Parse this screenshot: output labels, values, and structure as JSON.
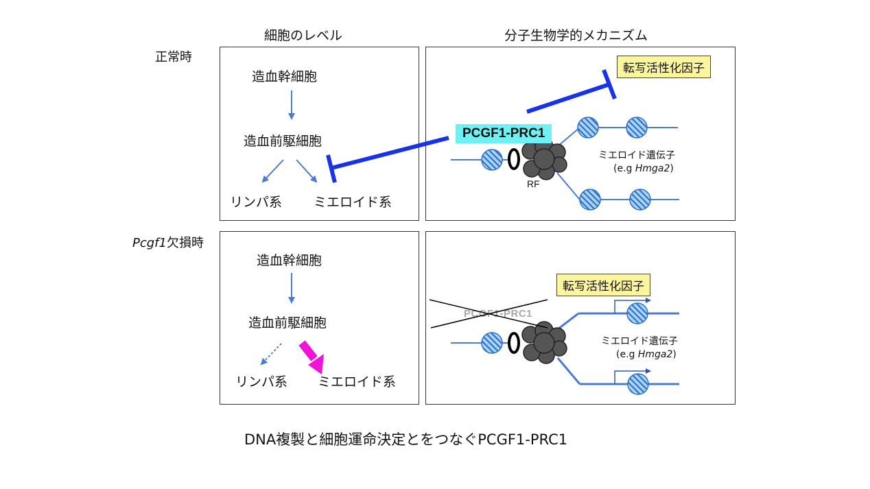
{
  "headers": {
    "cellular_level": "細胞のレベル",
    "molecular_mechanism": "分子生物学的メカニズム"
  },
  "rows": {
    "normal": "正常時",
    "knockout_gene": "Pcgf1",
    "knockout_suffix": "欠損時"
  },
  "normal_cell": {
    "hsc": "造血幹細胞",
    "progenitor": "造血前駆細胞",
    "lymphoid": "リンパ系",
    "myeloid": "ミエロイド系"
  },
  "normal_mol": {
    "activator": "転写活性化因子",
    "complex": "PCGF1-PRC1",
    "rf": "RF",
    "genes": "ミエロイド遺伝子",
    "example_prefix": "(e.g ",
    "example_gene": "Hmga2",
    "example_suffix": ")"
  },
  "ko_cell": {
    "hsc": "造血幹細胞",
    "progenitor": "造血前駆細胞",
    "lymphoid": "リンパ系",
    "myeloid": "ミエロイド系"
  },
  "ko_mol": {
    "activator": "転写活性化因子",
    "complex_deleted": "PCGF1-PRC1",
    "genes": "ミエロイド遺伝子",
    "example_prefix": "(e.g ",
    "example_gene": "Hmga2",
    "example_suffix": ")"
  },
  "caption": "DNA複製と細胞運命決定とをつなぐPCGF1-PRC1",
  "colors": {
    "inhibit_blue": "#1733e6",
    "dna_line": "#4a7bd0",
    "arrow_blue": "#4a7bd0",
    "nucleosome_fill": "#a9d4f2",
    "magenta": "#f014d8",
    "cyan_label": "#6ff0f3",
    "yellow_label": "#fcf5a0",
    "rf_gray": "#555555"
  }
}
